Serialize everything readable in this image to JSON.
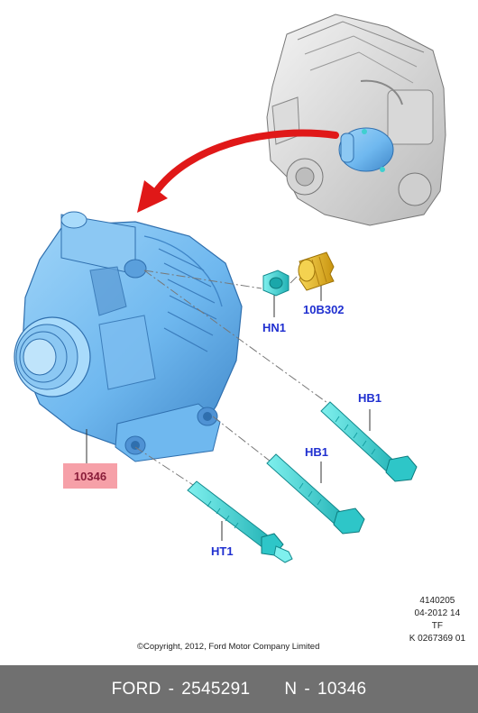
{
  "callouts": {
    "hn1": "HN1",
    "sleeve": "10B302",
    "hb1_upper": "HB1",
    "hb1_lower": "HB1",
    "ht1": "HT1",
    "alternator": "10346"
  },
  "reference": {
    "line1": "4140205",
    "line2": "04-2012 14",
    "line3": "TF",
    "line4": "K 0267369 01"
  },
  "copyright": "©Copyright, 2012, Ford Motor Company Limited",
  "footer": {
    "brand": "FORD",
    "sep1": "-",
    "part_number": "2545291",
    "prefix": "N",
    "sep2": "-",
    "code": "10346"
  },
  "colors": {
    "part_blue": "#6fb8ef",
    "bolt_cyan": "#3fd0d0",
    "sleeve_gold": "#e8b820",
    "arrow_red": "#e01818",
    "callout_blue": "#1f2fd0",
    "callout_box": "#f6a0a8",
    "footer_bg": "#707070"
  }
}
